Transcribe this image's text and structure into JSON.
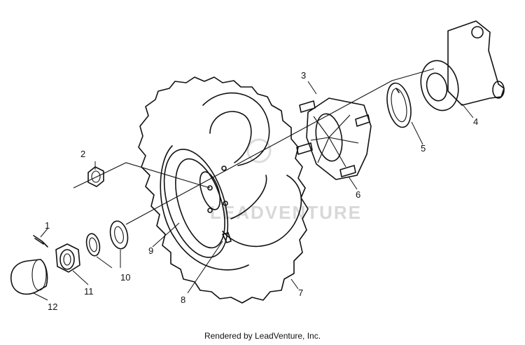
{
  "callouts": {
    "c1": "1",
    "c2": "2",
    "c3": "3",
    "c4": "4",
    "c5": "5",
    "c6": "6",
    "c7": "7",
    "c8": "8",
    "c9": "9",
    "c10": "10",
    "c11": "11",
    "c12": "12"
  },
  "watermark": "LEADVENTURE",
  "footer_credit": "Rendered by LeadVenture, Inc."
}
